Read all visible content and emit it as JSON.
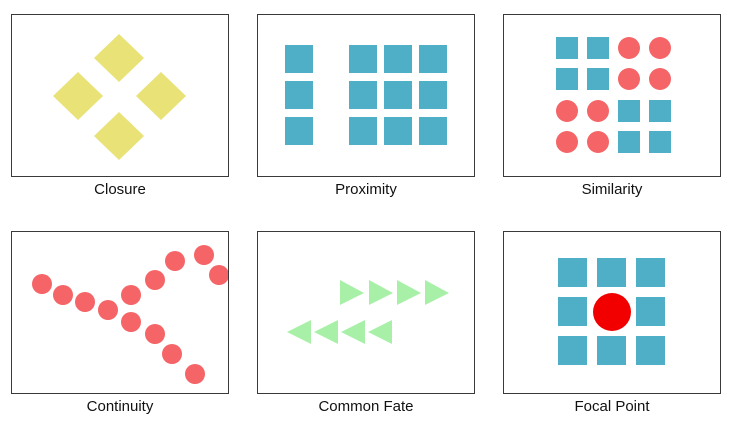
{
  "colors": {
    "yellow": "#e8e277",
    "teal": "#4eafc6",
    "salmon": "#f56466",
    "green": "#a8f0a8",
    "red": "#f20000",
    "border": "#3a3a3a"
  },
  "panels": [
    {
      "caption": "Closure"
    },
    {
      "caption": "Proximity"
    },
    {
      "caption": "Similarity"
    },
    {
      "caption": "Continuity"
    },
    {
      "caption": "Common Fate"
    },
    {
      "caption": "Focal Point"
    }
  ]
}
